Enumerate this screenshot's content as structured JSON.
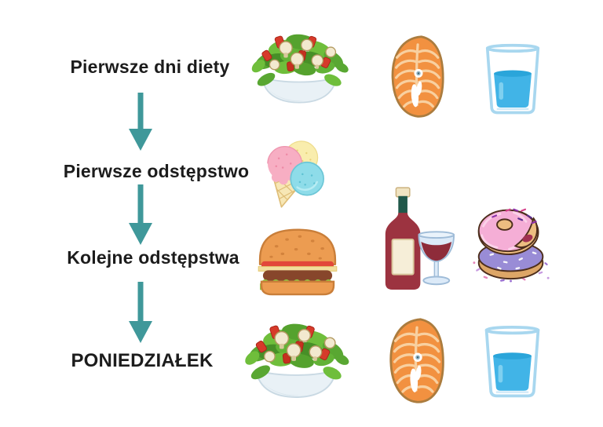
{
  "diagram": {
    "colors": {
      "background": "#ffffff",
      "arrow": "#3F989A",
      "text": "#1c1c1c"
    },
    "steps": [
      {
        "label": "Pierwsze dni diety",
        "icons": [
          "salad-bowl",
          "salmon-steak",
          "glass-of-water"
        ]
      },
      {
        "label": "Pierwsze odstępstwo",
        "icons": [
          "ice-cream-cone"
        ]
      },
      {
        "label": "Kolejne odstępstwa",
        "icons": [
          "hamburger",
          "wine-bottle-and-glass",
          "donuts"
        ]
      },
      {
        "label": "PONIEDZIAŁEK",
        "icons": [
          "salad-bowl",
          "salmon-steak",
          "glass-of-water"
        ]
      }
    ]
  }
}
